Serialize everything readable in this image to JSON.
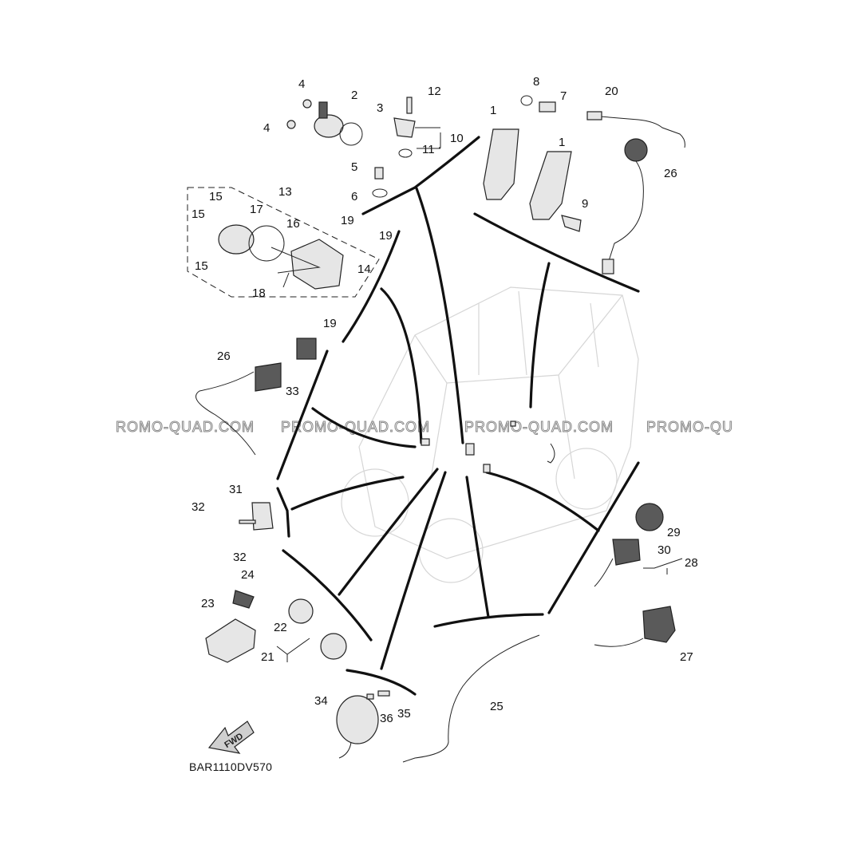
{
  "callouts": [
    "1",
    "2",
    "3",
    "4",
    "5",
    "6",
    "7",
    "8",
    "9",
    "10",
    "11",
    "12",
    "13",
    "14",
    "15",
    "16",
    "17",
    "18",
    "19",
    "20",
    "21",
    "22",
    "23",
    "24",
    "25",
    "26",
    "27",
    "28",
    "29",
    "30",
    "31",
    "32",
    "33",
    "34",
    "35",
    "36"
  ],
  "watermark": [
    "ROMO-QUAD.COM",
    "PROMO-QUAD.COM",
    "PROMO-QUAD.COM",
    "PROMO-QU"
  ],
  "diagram_code": "BAR1110DV570",
  "arrow_label": "FWD",
  "colors": {
    "ink": "#111111",
    "part_fill": "#e6e6e6",
    "dark_part": "#5a5a5a",
    "ghost_vehicle": "#d6d6d6",
    "watermark": "#8a8a8a"
  },
  "icons": {
    "direction_arrow": "fwd-arrow-icon"
  }
}
